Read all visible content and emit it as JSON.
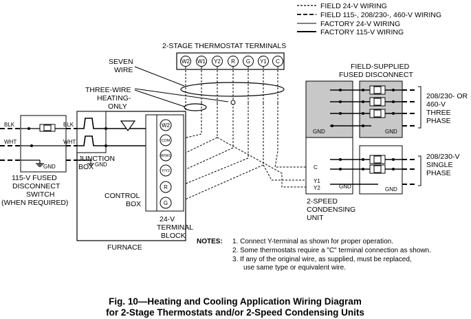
{
  "legend": {
    "items": [
      {
        "label": "FIELD 24-V WIRING",
        "style": "dashed-short"
      },
      {
        "label": "FIELD 115-, 208/230-, 460-V WIRING",
        "style": "dashed-long"
      },
      {
        "label": "FACTORY 24-V WIRING",
        "style": "thin-solid"
      },
      {
        "label": "FACTORY 115-V WIRING",
        "style": "thick-solid"
      }
    ]
  },
  "thermostat": {
    "title": "2-STAGE THERMOSTAT TERMINALS",
    "terminals": [
      "W2",
      "W1",
      "Y2",
      "R",
      "G",
      "Y1",
      "C"
    ]
  },
  "labels": {
    "seven_wire_1": "SEVEN",
    "seven_wire_2": "WIRE",
    "three_wire_1": "THREE-WIRE",
    "three_wire_2": "HEATING-",
    "three_wire_3": "ONLY",
    "fused_disconnect_1": "FIELD-SUPPLIED",
    "fused_disconnect_2": "FUSED DISCONNECT",
    "blk_left": "BLK",
    "wht_left": "WHT",
    "blk_right": "BLK",
    "wht_right": "WHT",
    "gnd": "GND",
    "junction_box_1": "JUNCTION",
    "junction_box_2": "BOX",
    "control_box_1": "CONTROL",
    "control_box_2": "BOX",
    "terminal_block_1": "24-V",
    "terminal_block_2": "TERMINAL",
    "terminal_block_3": "BLOCK",
    "furnace": "FURNACE",
    "switch_1": "115-V FUSED",
    "switch_2": "DISCONNECT",
    "switch_3": "SWITCH",
    "switch_4": "(WHEN REQUIRED)",
    "condensing_1": "2-SPEED",
    "condensing_2": "CONDENSING",
    "condensing_3": "UNIT",
    "three_phase_1": "208/230- OR",
    "three_phase_2": "460-V",
    "three_phase_3": "THREE",
    "three_phase_4": "PHASE",
    "single_phase_1": "208/230-V",
    "single_phase_2": "SINGLE",
    "single_phase_3": "PHASE",
    "cond_c": "C",
    "cond_y1": "Y1",
    "cond_y2": "Y2"
  },
  "furnace_terminals": [
    "W2",
    "COM",
    "W/W1",
    "Y/Y2",
    "R",
    "G"
  ],
  "notes": {
    "heading": "NOTES:",
    "items": [
      "1.  Connect Y-terminal as shown for proper operation.",
      "2.  Some thermostats require a \"C\" terminal connection as shown.",
      "3.  If any of the original wire, as supplied, must be replaced,",
      "use same type or equivalent wire."
    ]
  },
  "caption": {
    "line1": "Fig. 10—Heating and Cooling Application Wiring Diagram",
    "line2": "for 2-Stage Thermostats and/or 2-Speed Condensing Units"
  },
  "colors": {
    "unit_fill": "#c8c8c8",
    "line": "#000000"
  }
}
